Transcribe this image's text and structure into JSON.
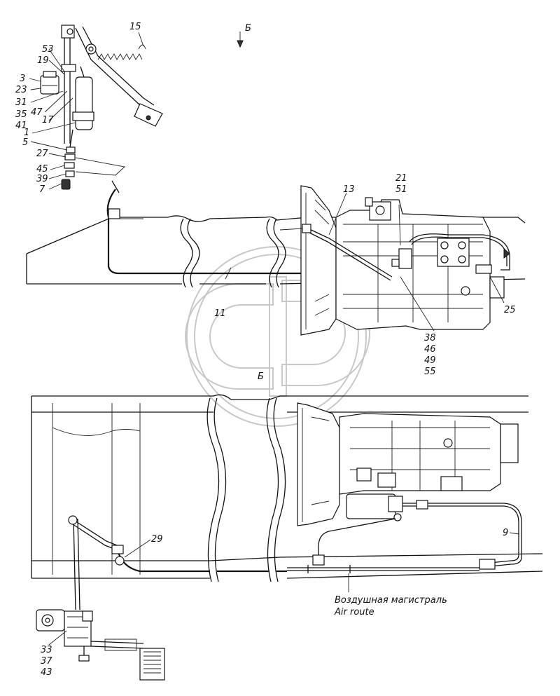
{
  "view_label_top": "Б",
  "view_label_mid": "Б",
  "callouts": {
    "c15": "15",
    "c53": "53",
    "c19": "19",
    "c3": "3",
    "c23": "23",
    "c31": "31",
    "c35": "35",
    "c41": "41",
    "c47": "47",
    "c17": "17",
    "c1": "1",
    "c5": "5",
    "c27": "27",
    "c45": "45",
    "c39": "39",
    "c7": "7",
    "c13": "13",
    "c21": "21",
    "c51": "51",
    "c11": "11",
    "c25": "25",
    "c38": "38",
    "c46": "46",
    "c49": "49",
    "c55": "55",
    "c29": "29",
    "c9": "9",
    "c33": "33",
    "c37": "37",
    "c43": "43"
  },
  "caption": {
    "ru": "Воздушная магистраль",
    "en": "Air route"
  },
  "watermark": "company-logo-watermark"
}
